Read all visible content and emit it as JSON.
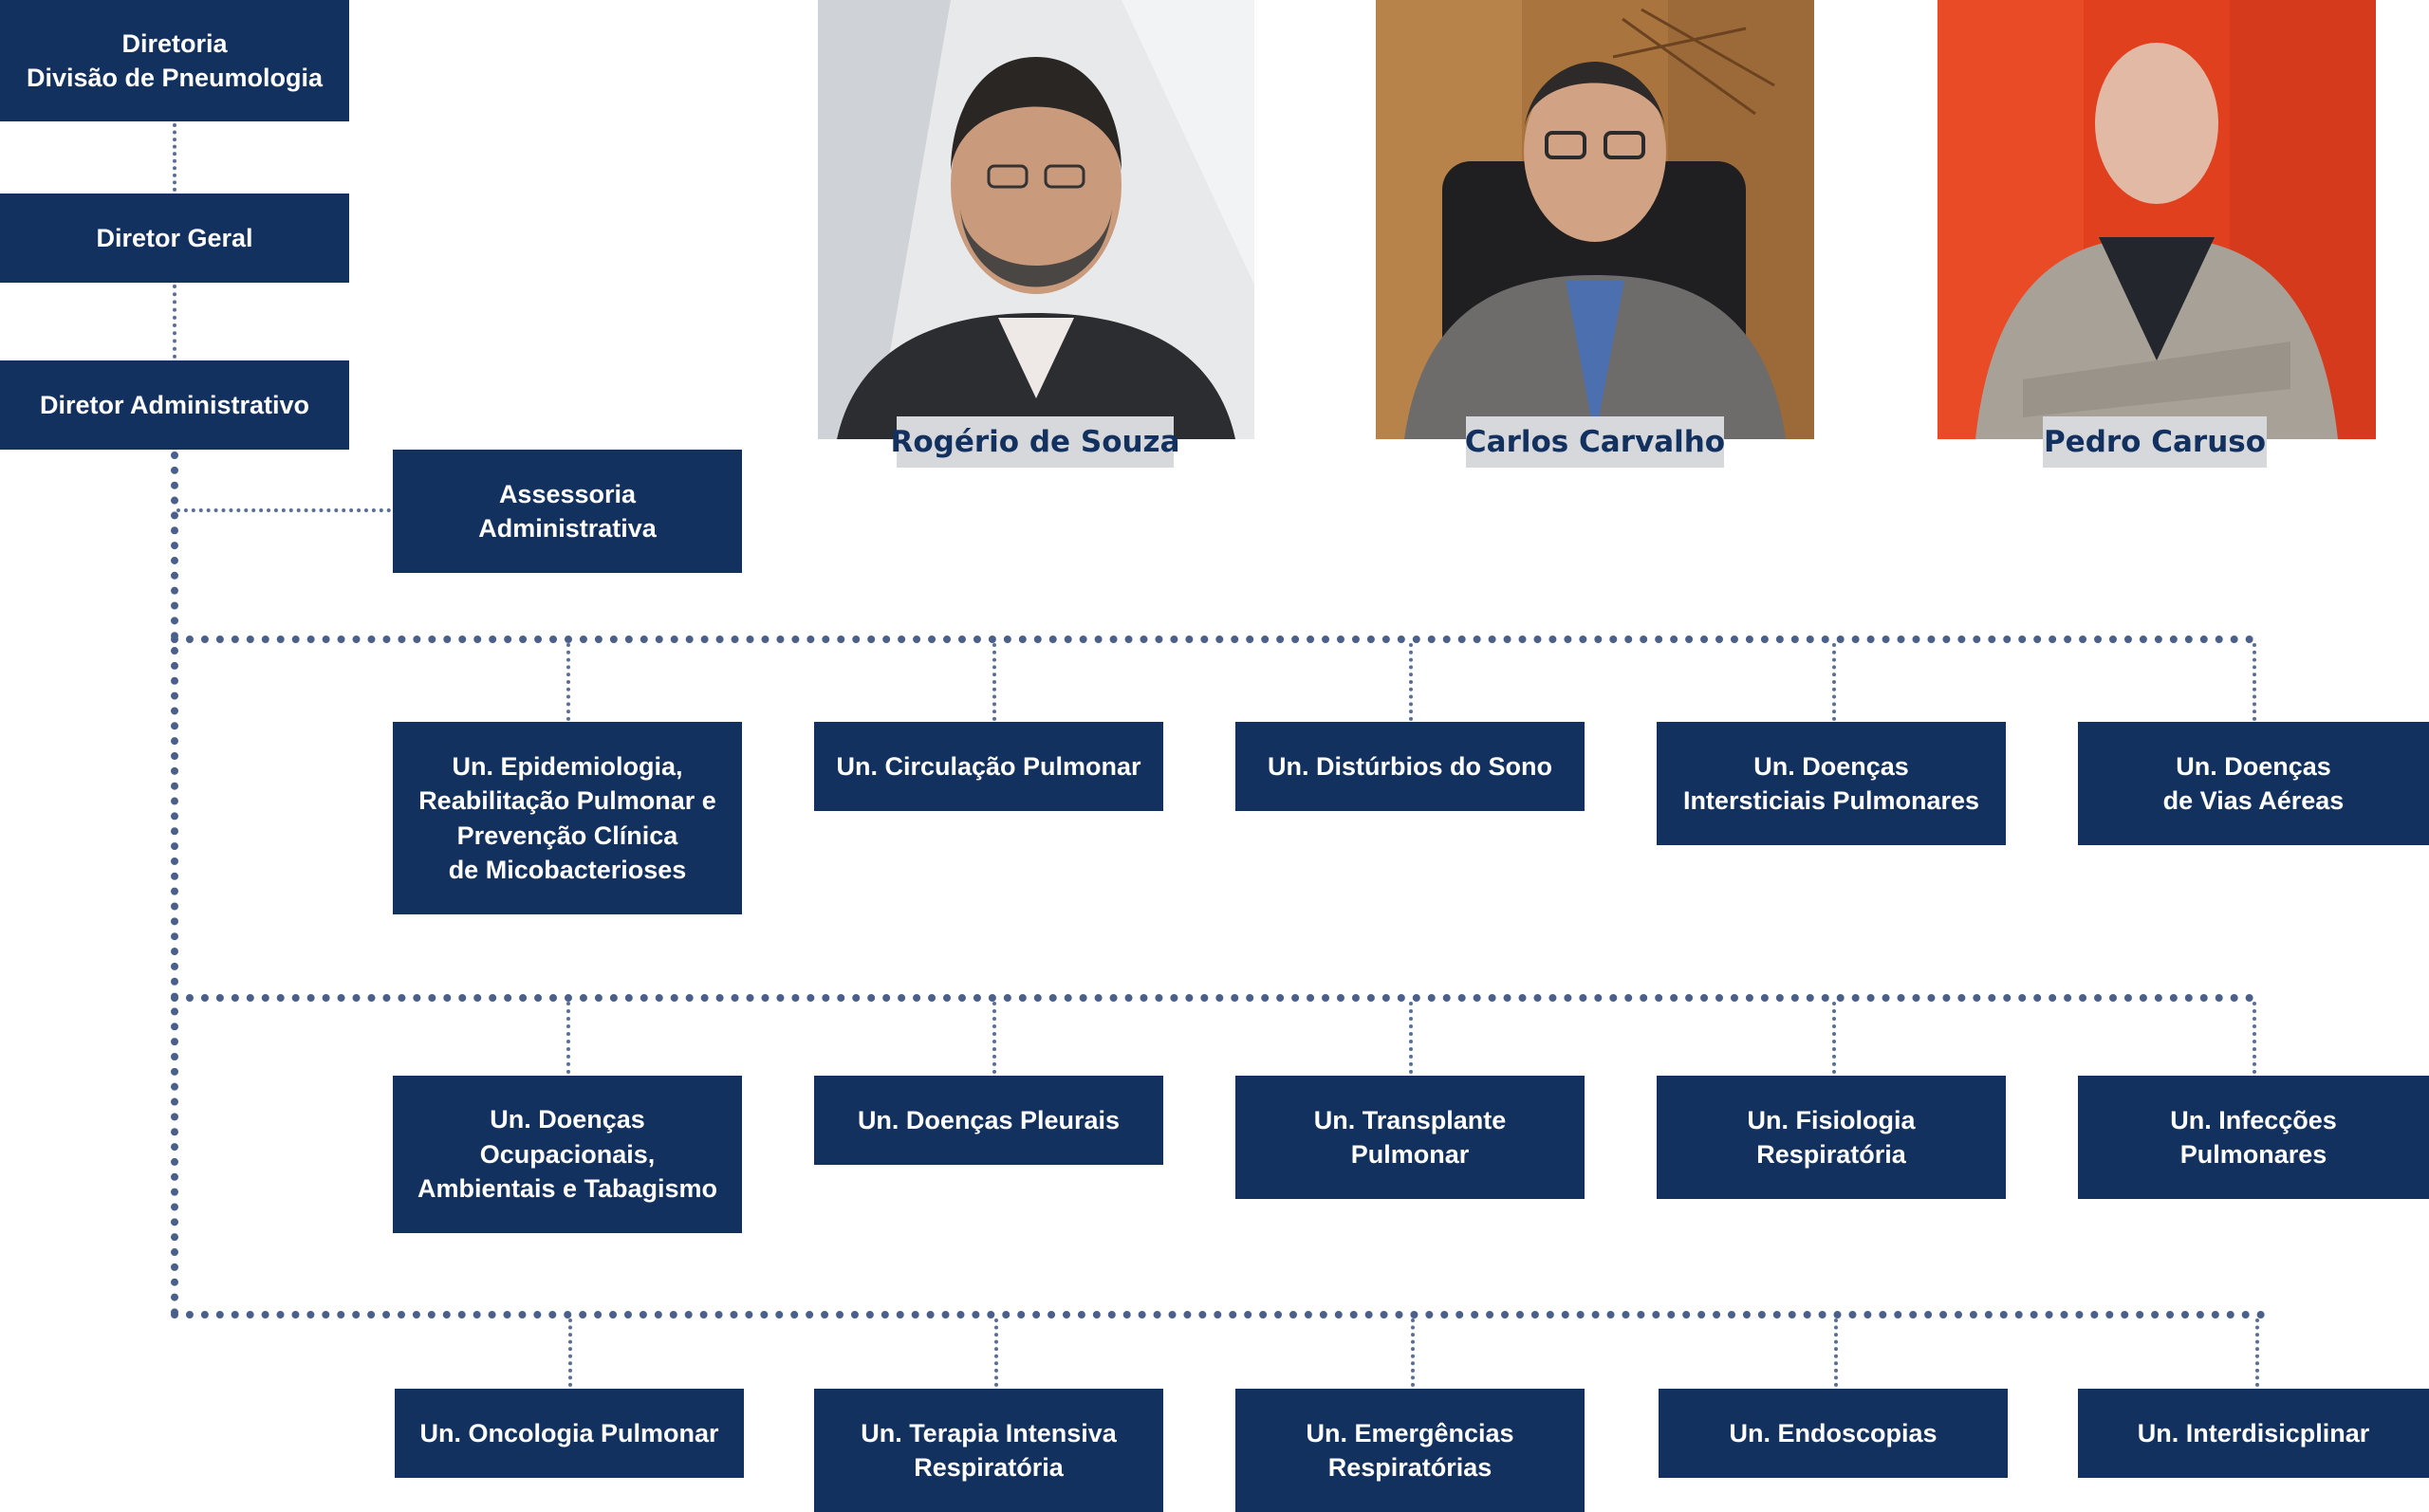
{
  "top": {
    "diretoria": "Diretoria\nDivisão de Pneumologia",
    "diretor_geral": "Diretor Geral",
    "diretor_administrativo": "Diretor Administrativo",
    "assessoria": "Assessoria\nAdministrativa"
  },
  "people": [
    {
      "name": "Rogério de Souza",
      "bg": "#e8e9ea"
    },
    {
      "name": "Carlos Carvalho",
      "bg": "#a9743e"
    },
    {
      "name": "Pedro Caruso",
      "bg": "#e1401f"
    }
  ],
  "units": {
    "row1": [
      "Un. Epidemiologia,\nReabilitação Pulmonar e\nPrevenção Clínica\nde Micobacterioses",
      "Un. Circulação Pulmonar",
      "Un. Distúrbios do Sono",
      "Un. Doenças\nIntersticiais  Pulmonares",
      "Un. Doenças\nde Vias Aéreas"
    ],
    "row2": [
      "Un. Doenças\nOcupacionais,\nAmbientais e Tabagismo",
      "Un. Doenças Pleurais",
      "Un. Transplante\nPulmonar",
      "Un. Fisiologia\nRespiratória",
      "Un. Infecções\nPulmonares"
    ],
    "row3": [
      "Un. Oncologia Pulmonar",
      "Un. Terapia Intensiva\nRespiratória",
      "Un. Emergências\nRespiratórias",
      "Un. Endoscopias",
      "Un. Interdisicplinar"
    ]
  },
  "colors": {
    "box": "#13315f",
    "connector": "#4a5f8a",
    "label_bg": "#d6d8db"
  }
}
